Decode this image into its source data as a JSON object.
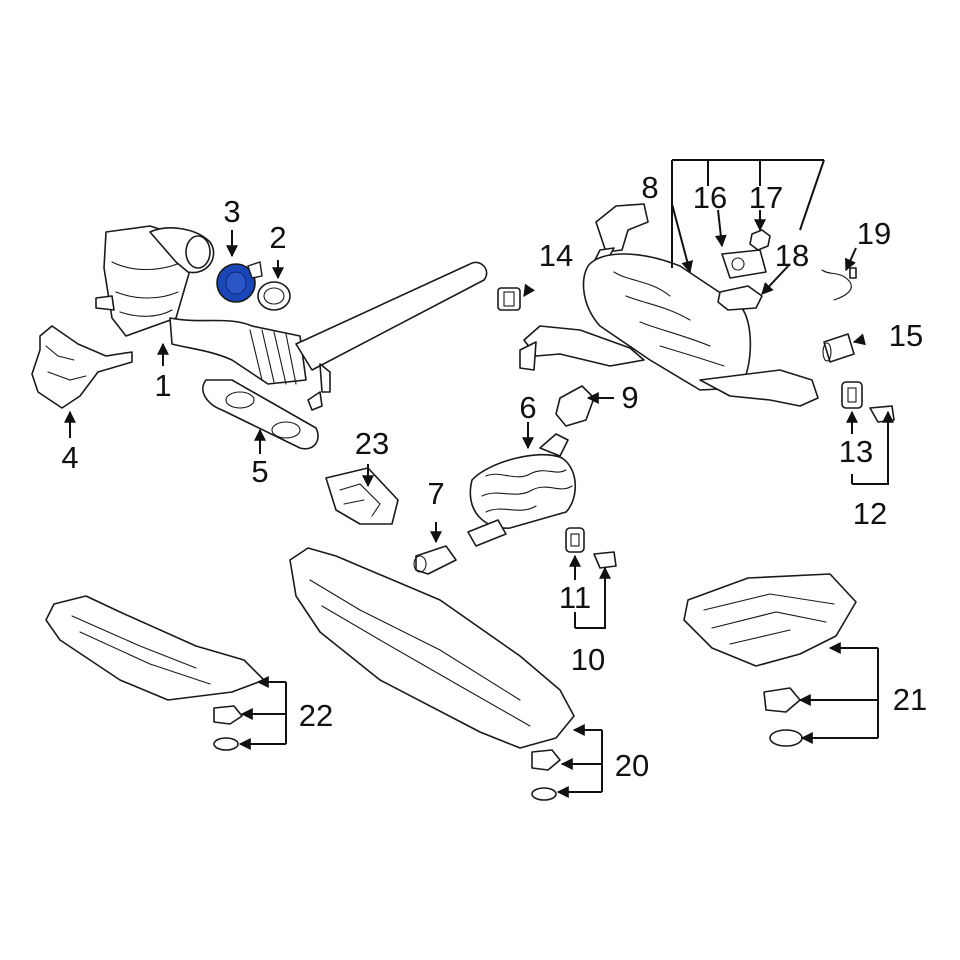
{
  "diagram": {
    "highlight_color": "#1a46b8",
    "line_color": "#111111",
    "highlighted_part": "3",
    "callouts": [
      {
        "id": "c1",
        "label": "1"
      },
      {
        "id": "c2",
        "label": "2"
      },
      {
        "id": "c3",
        "label": "3"
      },
      {
        "id": "c4",
        "label": "4"
      },
      {
        "id": "c5",
        "label": "5"
      },
      {
        "id": "c6",
        "label": "6"
      },
      {
        "id": "c7",
        "label": "7"
      },
      {
        "id": "c8",
        "label": "8"
      },
      {
        "id": "c9",
        "label": "9"
      },
      {
        "id": "c10",
        "label": "10"
      },
      {
        "id": "c11",
        "label": "11"
      },
      {
        "id": "c12",
        "label": "12"
      },
      {
        "id": "c13",
        "label": "13"
      },
      {
        "id": "c14",
        "label": "14"
      },
      {
        "id": "c15",
        "label": "15"
      },
      {
        "id": "c16",
        "label": "16"
      },
      {
        "id": "c17",
        "label": "17"
      },
      {
        "id": "c18",
        "label": "18"
      },
      {
        "id": "c19",
        "label": "19"
      },
      {
        "id": "c20",
        "label": "20"
      },
      {
        "id": "c21",
        "label": "21"
      },
      {
        "id": "c22",
        "label": "22"
      },
      {
        "id": "c23",
        "label": "23"
      }
    ]
  }
}
